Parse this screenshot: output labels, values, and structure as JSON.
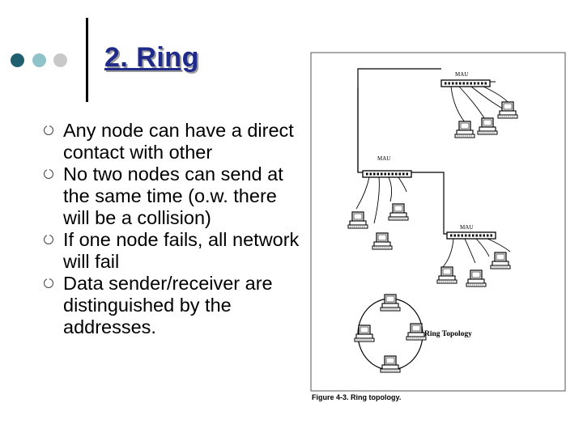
{
  "slide": {
    "title": "2. Ring",
    "accent_colors": [
      "#1f5f6f",
      "#8fc2c9",
      "#c8c8c8"
    ],
    "bullets": [
      "Any node can have a direct contact with other",
      "No two nodes can send at the same time (o.w. there will be a collision)",
      "If one node fails, all network will fail",
      "Data sender/receiver are distinguished by the addresses."
    ]
  },
  "figure": {
    "mau_label": "MAU",
    "ring_label": "Ring Topology",
    "caption": "Figure 4-3. Ring topology."
  }
}
